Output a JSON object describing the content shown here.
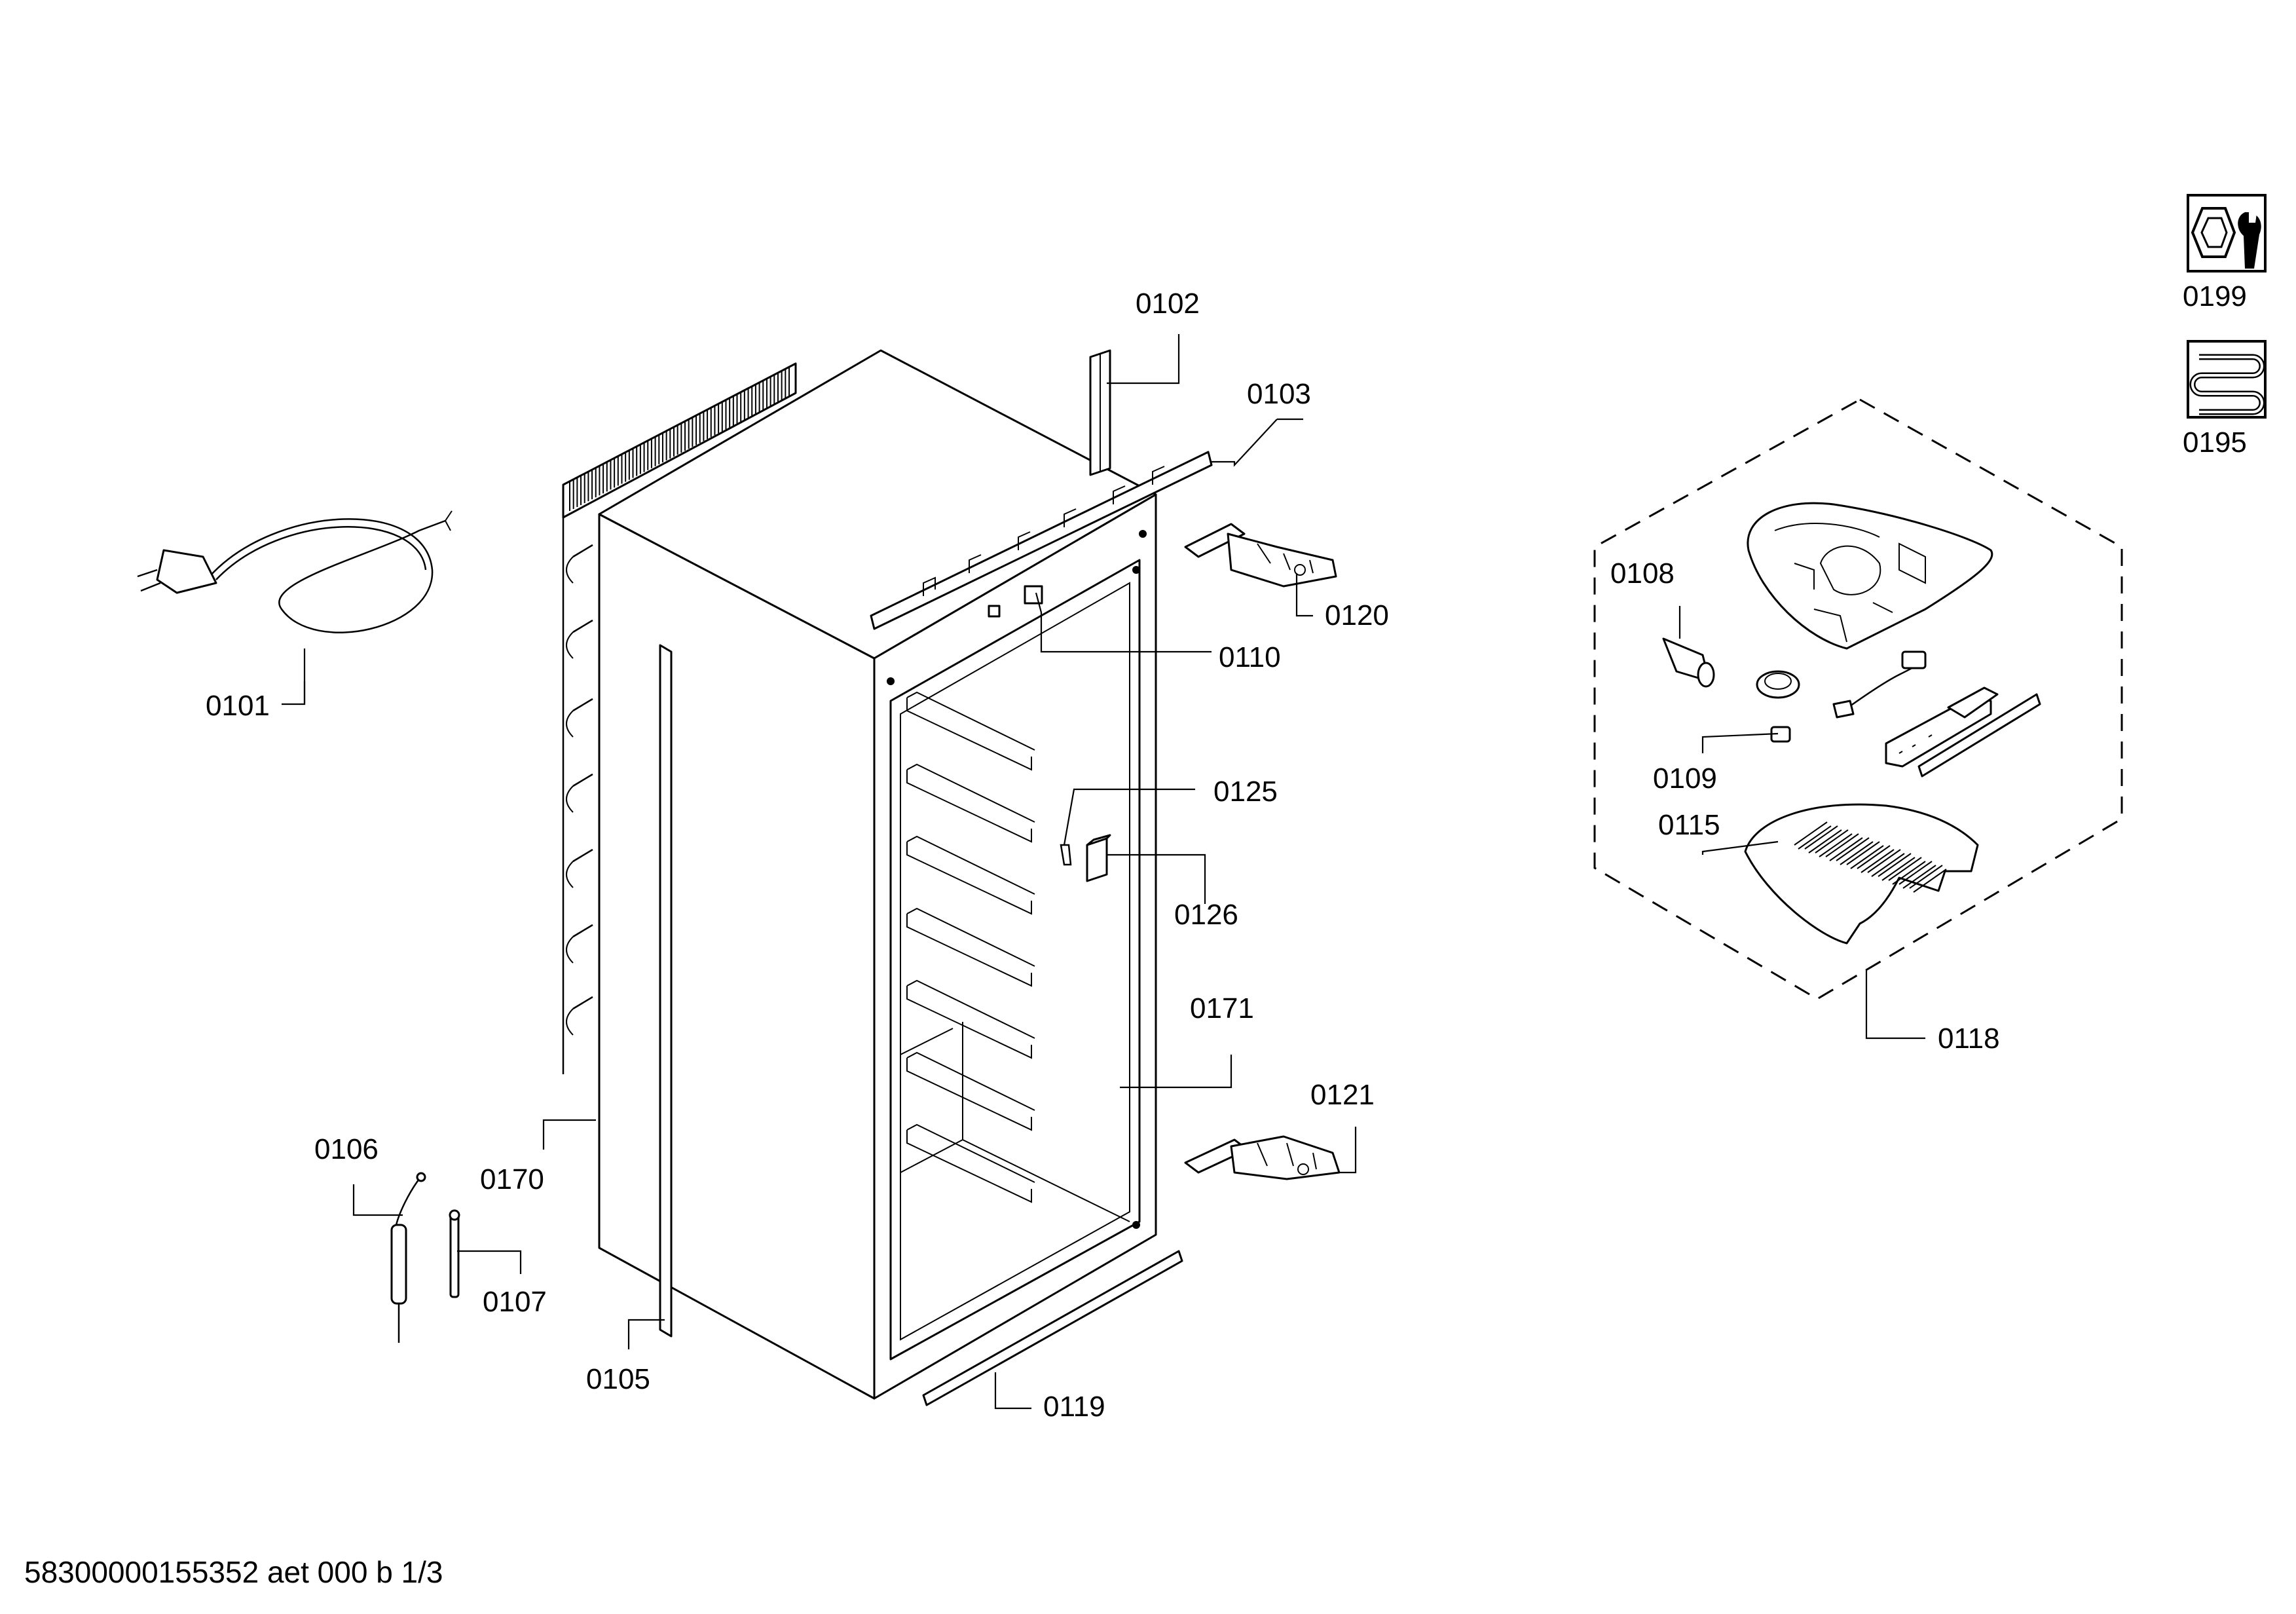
{
  "parts": {
    "p0101": "0101",
    "p0102": "0102",
    "p0103": "0103",
    "p0105": "0105",
    "p0106": "0106",
    "p0107": "0107",
    "p0108": "0108",
    "p0109": "0109",
    "p0110": "0110",
    "p0115": "0115",
    "p0118": "0118",
    "p0119": "0119",
    "p0120": "0120",
    "p0121": "0121",
    "p0125": "0125",
    "p0126": "0126",
    "p0170": "0170",
    "p0171": "0171",
    "p0195": "0195",
    "p0199": "0199"
  },
  "icons": {
    "tools": "hex-nut-wrench-icon",
    "heating": "heating-coil-icon"
  },
  "footer": {
    "document_id": "58300000155352 aet 000 b 1/3"
  }
}
